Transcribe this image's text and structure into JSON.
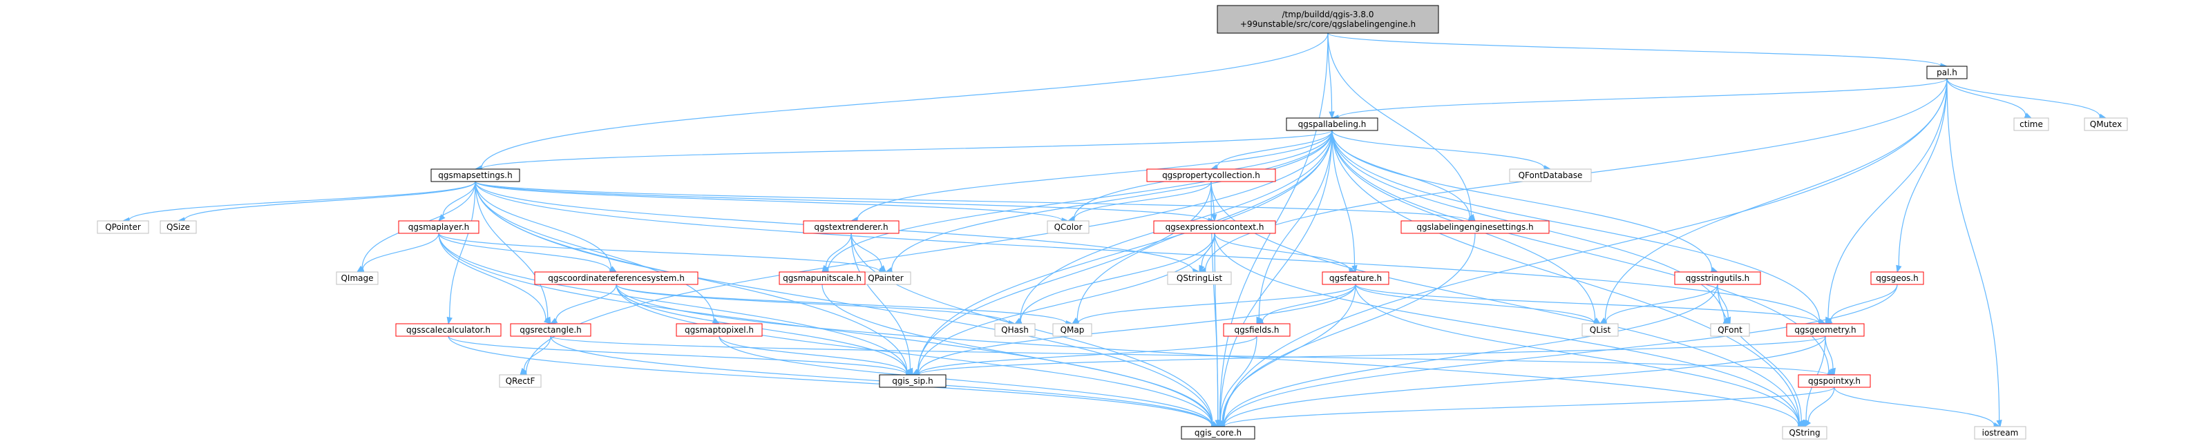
{
  "colors": {
    "edge": "#63b8ff",
    "node_documented": "#ff0000",
    "node_undocumented": "#bfbfbf",
    "node_root_fill": "#bfbfbf",
    "node_root_border": "#000000",
    "node_highlight_border": "#000000",
    "text": "#000000"
  },
  "nodes": [
    {
      "id": "root",
      "lines": [
        "/tmp/buildd/qgis-3.8.0",
        "+99unstable/src/core/qgslabelingengine.h"
      ],
      "kind": "root"
    },
    {
      "id": "pal",
      "lines": [
        "pal.h"
      ],
      "kind": "black"
    },
    {
      "id": "pallabeling",
      "lines": [
        "qgspallabeling.h"
      ],
      "kind": "black"
    },
    {
      "id": "mapsettings",
      "lines": [
        "qgsmapsettings.h"
      ],
      "kind": "black"
    },
    {
      "id": "ctime",
      "lines": [
        "ctime"
      ],
      "kind": "gray"
    },
    {
      "id": "qmutex",
      "lines": [
        "QMutex"
      ],
      "kind": "gray"
    },
    {
      "id": "propcoll",
      "lines": [
        "qgspropertycollection.h"
      ],
      "kind": "red"
    },
    {
      "id": "qfontdb",
      "lines": [
        "QFontDatabase"
      ],
      "kind": "gray"
    },
    {
      "id": "qpointer",
      "lines": [
        "QPointer"
      ],
      "kind": "gray"
    },
    {
      "id": "qsize",
      "lines": [
        "QSize"
      ],
      "kind": "gray"
    },
    {
      "id": "maplayer",
      "lines": [
        "qgsmaplayer.h"
      ],
      "kind": "red"
    },
    {
      "id": "qcolor",
      "lines": [
        "QColor"
      ],
      "kind": "gray"
    },
    {
      "id": "labelengset",
      "lines": [
        "qgslabelingenginesettings.h"
      ],
      "kind": "red"
    },
    {
      "id": "textrend",
      "lines": [
        "qgstextrenderer.h"
      ],
      "kind": "red"
    },
    {
      "id": "exprctx",
      "lines": [
        "qgsexpressioncontext.h"
      ],
      "kind": "red"
    },
    {
      "id": "qimage",
      "lines": [
        "QImage"
      ],
      "kind": "gray"
    },
    {
      "id": "qpainter",
      "lines": [
        "QPainter"
      ],
      "kind": "gray"
    },
    {
      "id": "qstringlist",
      "lines": [
        "QStringList"
      ],
      "kind": "gray"
    },
    {
      "id": "coordref",
      "lines": [
        "qgscoordinatereferencesystem.h"
      ],
      "kind": "red"
    },
    {
      "id": "mapunitscale",
      "lines": [
        "qgsmapunitscale.h"
      ],
      "kind": "red"
    },
    {
      "id": "feature",
      "lines": [
        "qgsfeature.h"
      ],
      "kind": "red"
    },
    {
      "id": "stringutils",
      "lines": [
        "qgsstringutils.h"
      ],
      "kind": "red"
    },
    {
      "id": "geos",
      "lines": [
        "qgsgeos.h"
      ],
      "kind": "red"
    },
    {
      "id": "scalecalc",
      "lines": [
        "qgsscalecalculator.h"
      ],
      "kind": "red"
    },
    {
      "id": "rectangle",
      "lines": [
        "qgsrectangle.h"
      ],
      "kind": "red"
    },
    {
      "id": "maptopixel",
      "lines": [
        "qgsmaptopixel.h"
      ],
      "kind": "red"
    },
    {
      "id": "qhash",
      "lines": [
        "QHash"
      ],
      "kind": "gray"
    },
    {
      "id": "qmap",
      "lines": [
        "QMap"
      ],
      "kind": "gray"
    },
    {
      "id": "fields",
      "lines": [
        "qgsfields.h"
      ],
      "kind": "red"
    },
    {
      "id": "qlist",
      "lines": [
        "QList"
      ],
      "kind": "gray"
    },
    {
      "id": "qfont",
      "lines": [
        "QFont"
      ],
      "kind": "gray"
    },
    {
      "id": "geometry",
      "lines": [
        "qgsgeometry.h"
      ],
      "kind": "red"
    },
    {
      "id": "qrectf",
      "lines": [
        "QRectF"
      ],
      "kind": "gray"
    },
    {
      "id": "qgissip",
      "lines": [
        "qgis_sip.h"
      ],
      "kind": "black"
    },
    {
      "id": "pointxy",
      "lines": [
        "qgspointxy.h"
      ],
      "kind": "red"
    },
    {
      "id": "qgiscore",
      "lines": [
        "qgis_core.h"
      ],
      "kind": "black"
    },
    {
      "id": "qstring",
      "lines": [
        "QString"
      ],
      "kind": "gray"
    },
    {
      "id": "iostream",
      "lines": [
        "iostream"
      ],
      "kind": "gray"
    }
  ],
  "edges": [
    [
      "root",
      "pal"
    ],
    [
      "root",
      "pallabeling"
    ],
    [
      "root",
      "mapsettings"
    ],
    [
      "root",
      "qgiscore"
    ],
    [
      "root",
      "labelengset"
    ],
    [
      "pal",
      "pallabeling"
    ],
    [
      "pal",
      "ctime"
    ],
    [
      "pal",
      "qmutex"
    ],
    [
      "pal",
      "qstringlist"
    ],
    [
      "pal",
      "qlist"
    ],
    [
      "pal",
      "geos"
    ],
    [
      "pal",
      "geometry"
    ],
    [
      "pal",
      "qgiscore"
    ],
    [
      "pal",
      "iostream"
    ],
    [
      "pallabeling",
      "mapsettings"
    ],
    [
      "pallabeling",
      "propcoll"
    ],
    [
      "pallabeling",
      "qfontdb"
    ],
    [
      "pallabeling",
      "labelengset"
    ],
    [
      "pallabeling",
      "textrend"
    ],
    [
      "pallabeling",
      "qcolor"
    ],
    [
      "pallabeling",
      "qpainter"
    ],
    [
      "pallabeling",
      "mapunitscale"
    ],
    [
      "pallabeling",
      "feature"
    ],
    [
      "pallabeling",
      "stringutils"
    ],
    [
      "pallabeling",
      "qhash"
    ],
    [
      "pallabeling",
      "qmap"
    ],
    [
      "pallabeling",
      "fields"
    ],
    [
      "pallabeling",
      "qlist"
    ],
    [
      "pallabeling",
      "qfont"
    ],
    [
      "pallabeling",
      "geometry"
    ],
    [
      "pallabeling",
      "qgissip"
    ],
    [
      "pallabeling",
      "pointxy"
    ],
    [
      "pallabeling",
      "qgiscore"
    ],
    [
      "pallabeling",
      "qstring"
    ],
    [
      "pallabeling",
      "qrectf"
    ],
    [
      "mapsettings",
      "qpointer"
    ],
    [
      "mapsettings",
      "qsize"
    ],
    [
      "mapsettings",
      "maplayer"
    ],
    [
      "mapsettings",
      "qcolor"
    ],
    [
      "mapsettings",
      "qimage"
    ],
    [
      "mapsettings",
      "coordref"
    ],
    [
      "mapsettings",
      "scalecalc"
    ],
    [
      "mapsettings",
      "rectangle"
    ],
    [
      "mapsettings",
      "maptopixel"
    ],
    [
      "mapsettings",
      "exprctx"
    ],
    [
      "mapsettings",
      "labelengset"
    ],
    [
      "mapsettings",
      "qgissip"
    ],
    [
      "mapsettings",
      "qgiscore"
    ],
    [
      "mapsettings",
      "qstringlist"
    ],
    [
      "mapsettings",
      "geometry"
    ],
    [
      "propcoll",
      "exprctx"
    ],
    [
      "propcoll",
      "qcolor"
    ],
    [
      "propcoll",
      "qgissip"
    ],
    [
      "propcoll",
      "qgiscore"
    ],
    [
      "propcoll",
      "qstring"
    ],
    [
      "maplayer",
      "qimage"
    ],
    [
      "maplayer",
      "qpainter"
    ],
    [
      "maplayer",
      "coordref"
    ],
    [
      "maplayer",
      "rectangle"
    ],
    [
      "maplayer",
      "qgissip"
    ],
    [
      "maplayer",
      "qgiscore"
    ],
    [
      "textrend",
      "qpainter"
    ],
    [
      "textrend",
      "mapunitscale"
    ],
    [
      "textrend",
      "qgissip"
    ],
    [
      "textrend",
      "qgiscore"
    ],
    [
      "exprctx",
      "qstringlist"
    ],
    [
      "exprctx",
      "feature"
    ],
    [
      "exprctx",
      "qhash"
    ],
    [
      "exprctx",
      "qgissip"
    ],
    [
      "exprctx",
      "qgiscore"
    ],
    [
      "exprctx",
      "qstring"
    ],
    [
      "coordref",
      "rectangle"
    ],
    [
      "coordref",
      "qgissip"
    ],
    [
      "coordref",
      "qgiscore"
    ],
    [
      "coordref",
      "qhash"
    ],
    [
      "coordref",
      "qmap"
    ],
    [
      "coordref",
      "qstring"
    ],
    [
      "mapunitscale",
      "qgiscore"
    ],
    [
      "feature",
      "qmap"
    ],
    [
      "feature",
      "fields"
    ],
    [
      "feature",
      "qlist"
    ],
    [
      "feature",
      "geometry"
    ],
    [
      "feature",
      "qgissip"
    ],
    [
      "feature",
      "qgiscore"
    ],
    [
      "feature",
      "qstring"
    ],
    [
      "stringutils",
      "qlist"
    ],
    [
      "stringutils",
      "qfont"
    ],
    [
      "stringutils",
      "qgiscore"
    ],
    [
      "stringutils",
      "qstring"
    ],
    [
      "geos",
      "geometry"
    ],
    [
      "geos",
      "qgiscore"
    ],
    [
      "scalecalc",
      "qgissip"
    ],
    [
      "scalecalc",
      "qgiscore"
    ],
    [
      "rectangle",
      "qrectf"
    ],
    [
      "rectangle",
      "pointxy"
    ],
    [
      "rectangle",
      "qgiscore"
    ],
    [
      "maptopixel",
      "qgissip"
    ],
    [
      "maptopixel",
      "qgiscore"
    ],
    [
      "fields",
      "qgissip"
    ],
    [
      "fields",
      "qgiscore"
    ],
    [
      "geometry",
      "qgissip"
    ],
    [
      "geometry",
      "pointxy"
    ],
    [
      "geometry",
      "qgiscore"
    ],
    [
      "geometry",
      "qstring"
    ],
    [
      "pointxy",
      "qgiscore"
    ],
    [
      "pointxy",
      "qstring"
    ],
    [
      "pointxy",
      "iostream"
    ],
    [
      "labelengset",
      "qgiscore"
    ]
  ]
}
